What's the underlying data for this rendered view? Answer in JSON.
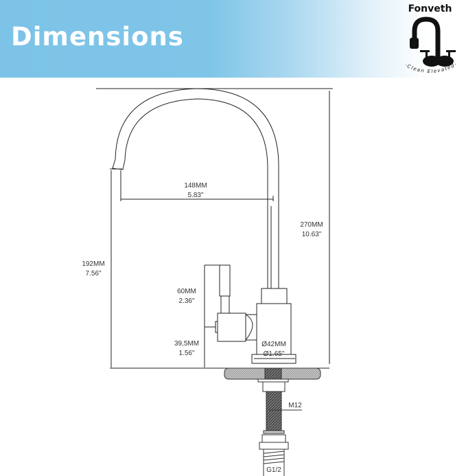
{
  "banner": {
    "title": "Dimensions",
    "gradient_start": "#7cc3e7",
    "gradient_end": "#ffffff"
  },
  "logo": {
    "brand": "Fonveth",
    "tagline": "·Clean Elevated·",
    "icon": "faucet-icon"
  },
  "dimensions": {
    "spout_reach": {
      "mm": "148MM",
      "in": "5.83\""
    },
    "total_height": {
      "mm": "270MM",
      "in": "10.63\""
    },
    "spout_height": {
      "mm": "192MM",
      "in": "7.56\""
    },
    "handle_length": {
      "mm": "60MM",
      "in": "2.36\""
    },
    "handle_height": {
      "mm": "39,5MM",
      "in": "1.56\""
    },
    "base_diameter": {
      "mm": "Ø42MM",
      "in": "Ø1.65\""
    },
    "thread_size": "M12",
    "connector": "G1/2"
  }
}
